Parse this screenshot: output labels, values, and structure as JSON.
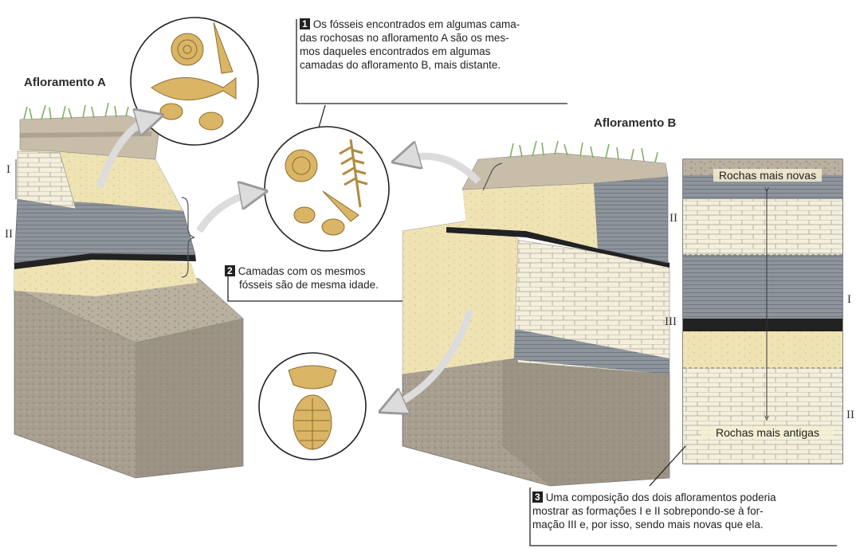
{
  "outcrop_a": {
    "title": "Afloramento A",
    "formations": [
      "I",
      "II"
    ]
  },
  "outcrop_b": {
    "title": "Afloramento B",
    "formations": [
      "II",
      "III"
    ]
  },
  "callouts": [
    {
      "number": "1",
      "lines": [
        "Os fósseis encontrados em algumas cama-",
        "das rochosas no afloramento A são os mes-",
        "mos daqueles encontrados  em algumas",
        "camadas do afloramento B,  mais distante."
      ]
    },
    {
      "number": "2",
      "lines": [
        "Camadas com os mesmos",
        "fósseis são de mesma idade."
      ]
    },
    {
      "number": "3",
      "lines": [
        "Uma composição dos dois afloramentos poderia",
        "mostrar as formações I e II sobrepondo-se à for-",
        "mação III e, por isso, sendo mais novas que ela."
      ]
    }
  ],
  "composite_column": {
    "top_label": "Rochas mais novas",
    "bottom_label": "Rochas mais antigas",
    "side_labels": [
      "I",
      "II"
    ]
  },
  "colors": {
    "sandstone": "#efe3b4",
    "shale_gray": "#8e949b",
    "limestone": "#f4efdc",
    "soil": "#a89f90",
    "grass": "#9cc27a",
    "fossil": "#d9b565",
    "arrow": "#dcdcdc"
  }
}
